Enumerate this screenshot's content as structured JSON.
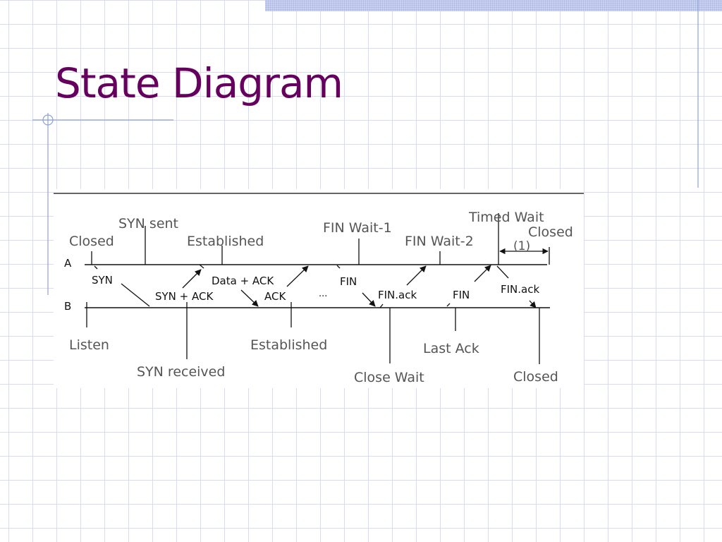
{
  "slide": {
    "title": "State Diagram"
  },
  "diagram": {
    "line_a_label": "A",
    "line_b_label": "B",
    "states_a": {
      "closed_start": "Closed",
      "syn_sent": "SYN sent",
      "established": "Established",
      "fin_wait_1": "FIN Wait-1",
      "fin_wait_2": "FIN Wait-2",
      "timed_wait": "Timed Wait",
      "closed_end": "Closed",
      "interval": "(1)"
    },
    "states_b": {
      "listen": "Listen",
      "syn_received": "SYN received",
      "established": "Established",
      "close_wait": "Close Wait",
      "last_ack": "Last Ack",
      "closed": "Closed"
    },
    "messages": {
      "syn": "SYN",
      "syn_ack": "SYN + ACK",
      "data_ack": "Data + ACK",
      "ack": "ACK",
      "ellipsis": "...",
      "fin_a": "FIN",
      "fin_ack_b": "FIN.ack",
      "fin_b": "FIN",
      "fin_ack_a": "FIN.ack"
    }
  },
  "colors": {
    "title": "#66005f",
    "grid": "#d7dcf0",
    "accent_line": "#8fa0dc",
    "diagram_line": "#111111",
    "state_text": "#555555"
  }
}
